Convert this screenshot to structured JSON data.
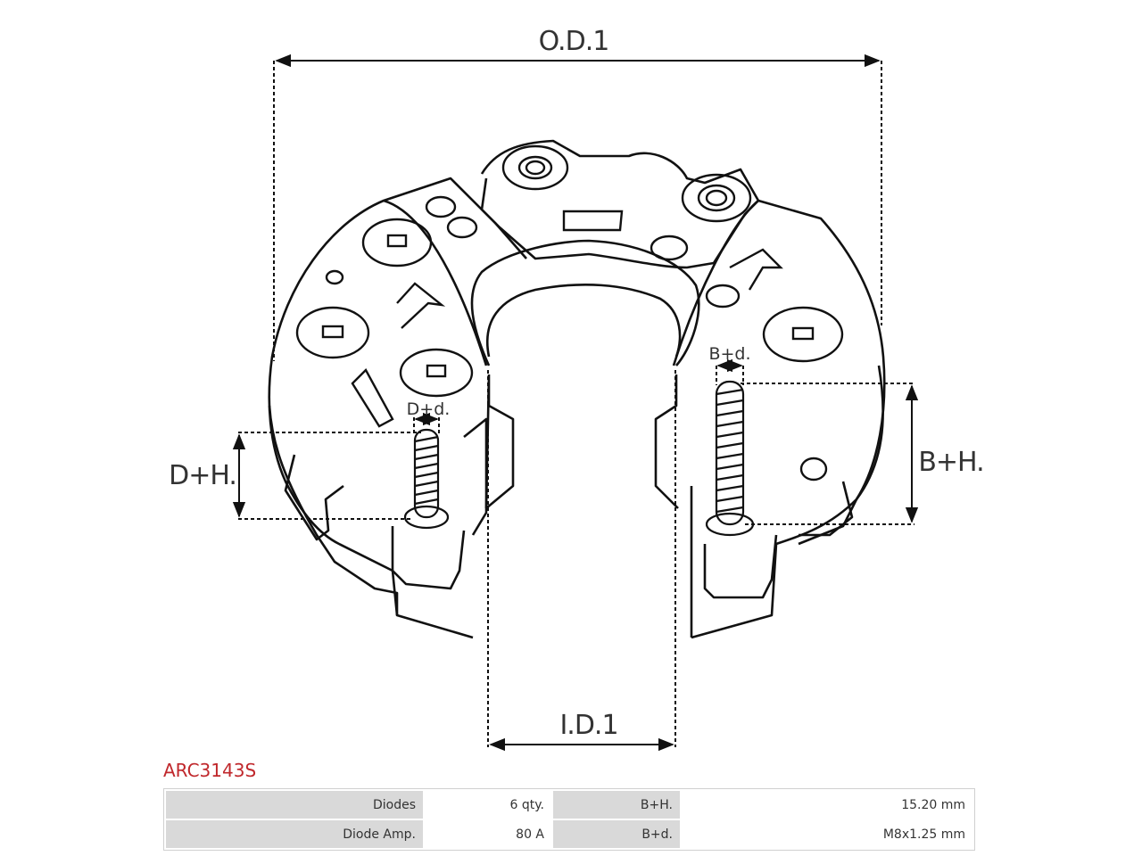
{
  "diagram": {
    "labels": {
      "od": "O.D.1",
      "id": "I.D.1",
      "dh": "D+H.",
      "dd": "D+d.",
      "bh": "B+H.",
      "bd": "B+d."
    }
  },
  "product": {
    "code": "ARC3143S"
  },
  "specs": [
    {
      "label1": "Diodes",
      "value1": "6 qty.",
      "label2": "B+H.",
      "value2": "15.20 mm"
    },
    {
      "label1": "Diode Amp.",
      "value1": "80 A",
      "label2": "B+d.",
      "value2": "M8x1.25 mm"
    }
  ]
}
